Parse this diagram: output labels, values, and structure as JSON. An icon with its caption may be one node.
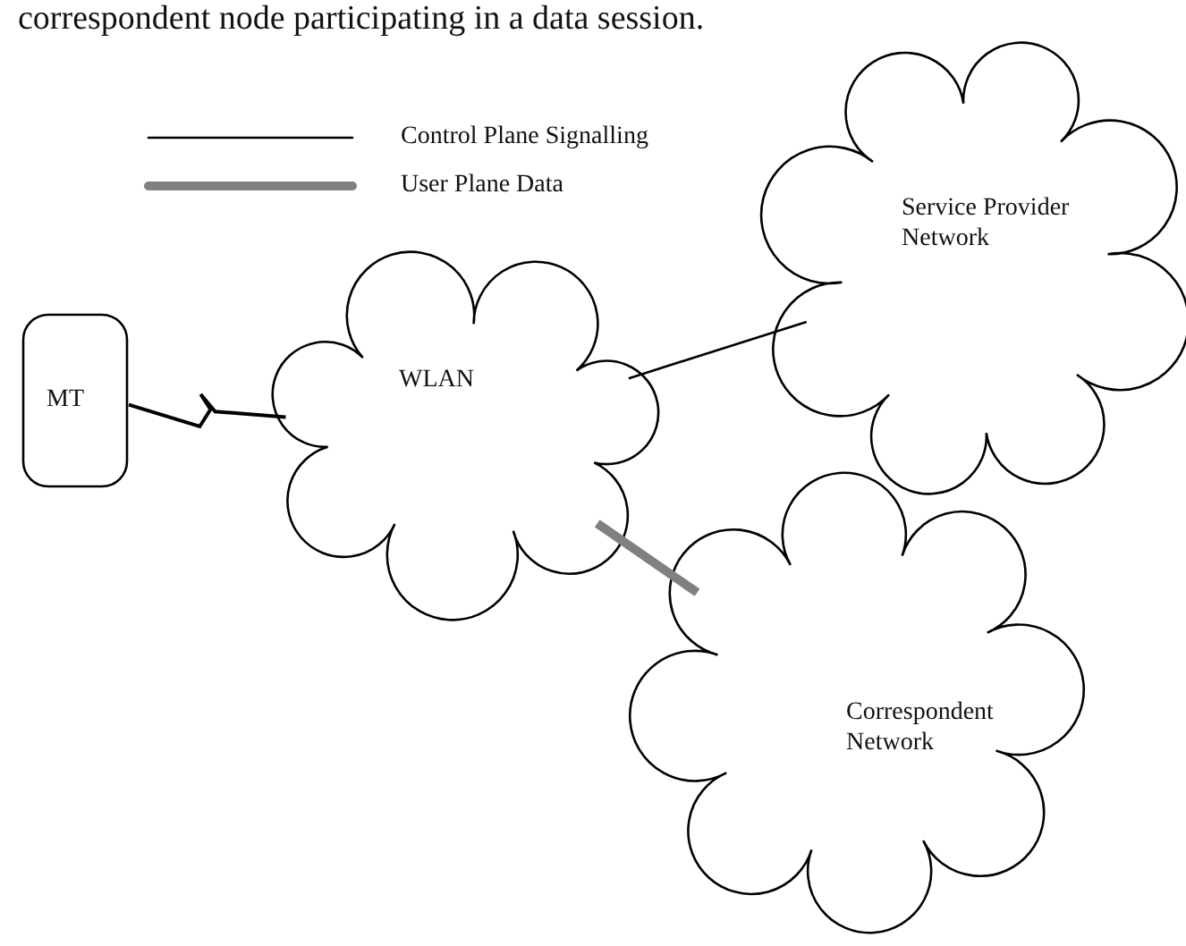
{
  "diagram": {
    "nodes": [
      {
        "text": [
          "MT"
        ]
      },
      {
        "text": [
          "WLAN"
        ]
      },
      {
        "text": [
          "Service Provider Network"
        ]
      },
      {
        "text": [
          "Correspondent Network"
        ]
      }
    ],
    "edges": [
      {
        "from": 0,
        "to": 1,
        "arrow": "none"
      },
      {
        "from": 1,
        "to": 2,
        "arrow": "none"
      },
      {
        "from": 1,
        "to": 3,
        "arrow": "none",
        "style": "thick",
        "color": "#808080"
      }
    ],
    "labels": [
      "correspondent node participating in a data session."
    ],
    "legend": [
      {
        "text": "Control Plane Signalling"
      },
      {
        "text": "User Plane Data"
      }
    ]
  }
}
